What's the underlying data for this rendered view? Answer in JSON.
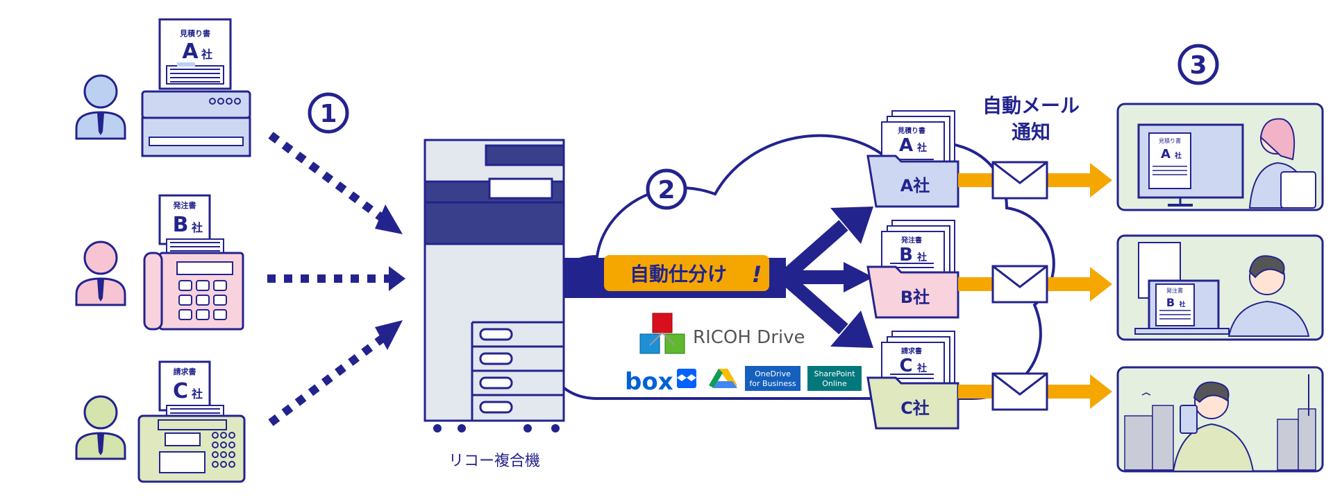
{
  "steps": {
    "one": "①",
    "two": "②",
    "three": "③"
  },
  "senders": [
    {
      "doc_title": "見積り書",
      "company_letter": "A",
      "company_suffix": "社"
    },
    {
      "doc_title": "発注書",
      "company_letter": "B",
      "company_suffix": "社"
    },
    {
      "doc_title": "請求書",
      "company_letter": "C",
      "company_suffix": "社"
    }
  ],
  "mfp_label": "リコー複合機",
  "sort_banner": "自動仕分け",
  "sort_banner_mark": "!",
  "drive_label": "RICOH Drive",
  "services": {
    "box": "box",
    "onedrive_line1": "OneDrive",
    "onedrive_line2": "for Business",
    "sharepoint_line1": "SharePoint",
    "sharepoint_line2": "Online"
  },
  "folders": [
    {
      "doc_title": "見積り書",
      "letter": "A",
      "suffix": "社",
      "label": "A社"
    },
    {
      "doc_title": "発注書",
      "letter": "B",
      "suffix": "社",
      "label": "B社"
    },
    {
      "doc_title": "請求書",
      "letter": "C",
      "suffix": "社",
      "label": "C社"
    }
  ],
  "notify_label_line1": "自動メール",
  "notify_label_line2": "通知",
  "screens": [
    {
      "doc_title": "見積り書",
      "letter": "A",
      "suffix": "社"
    },
    {
      "doc_title": "発注書",
      "letter": "B",
      "suffix": "社"
    }
  ],
  "colors": {
    "navy": "#23238e",
    "orange": "#f5a700",
    "folder_a": "#cdd7f2",
    "folder_b": "#f8d2dc",
    "folder_c": "#dfe8bf",
    "screen_bg": "#e4efdf",
    "person_a": "#bcd1f2",
    "person_b": "#f6c4d2",
    "person_c": "#d5e3ad"
  }
}
